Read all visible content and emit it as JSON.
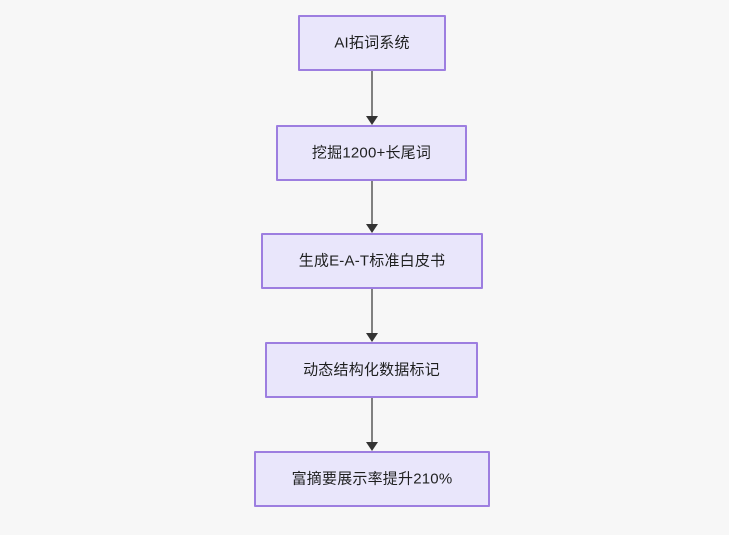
{
  "diagram": {
    "type": "flowchart",
    "direction": "top-to-bottom",
    "background_color": "#f7f7f7",
    "node_fill_color": "#e9e6fb",
    "node_border_color": "#9d7ee0",
    "node_text_color": "#1f2020",
    "edge_color": "#808080",
    "arrowhead_color": "#333333",
    "nodes": [
      {
        "id": "n1",
        "label": "AI拓词系统"
      },
      {
        "id": "n2",
        "label": "挖掘1200+长尾词"
      },
      {
        "id": "n3",
        "label": "生成E-A-T标准白皮书"
      },
      {
        "id": "n4",
        "label": "动态结构化数据标记"
      },
      {
        "id": "n5",
        "label": "富摘要展示率提升210%"
      }
    ],
    "edges": [
      {
        "from": "n1",
        "to": "n2"
      },
      {
        "from": "n2",
        "to": "n3"
      },
      {
        "from": "n3",
        "to": "n4"
      },
      {
        "from": "n4",
        "to": "n5"
      }
    ]
  }
}
